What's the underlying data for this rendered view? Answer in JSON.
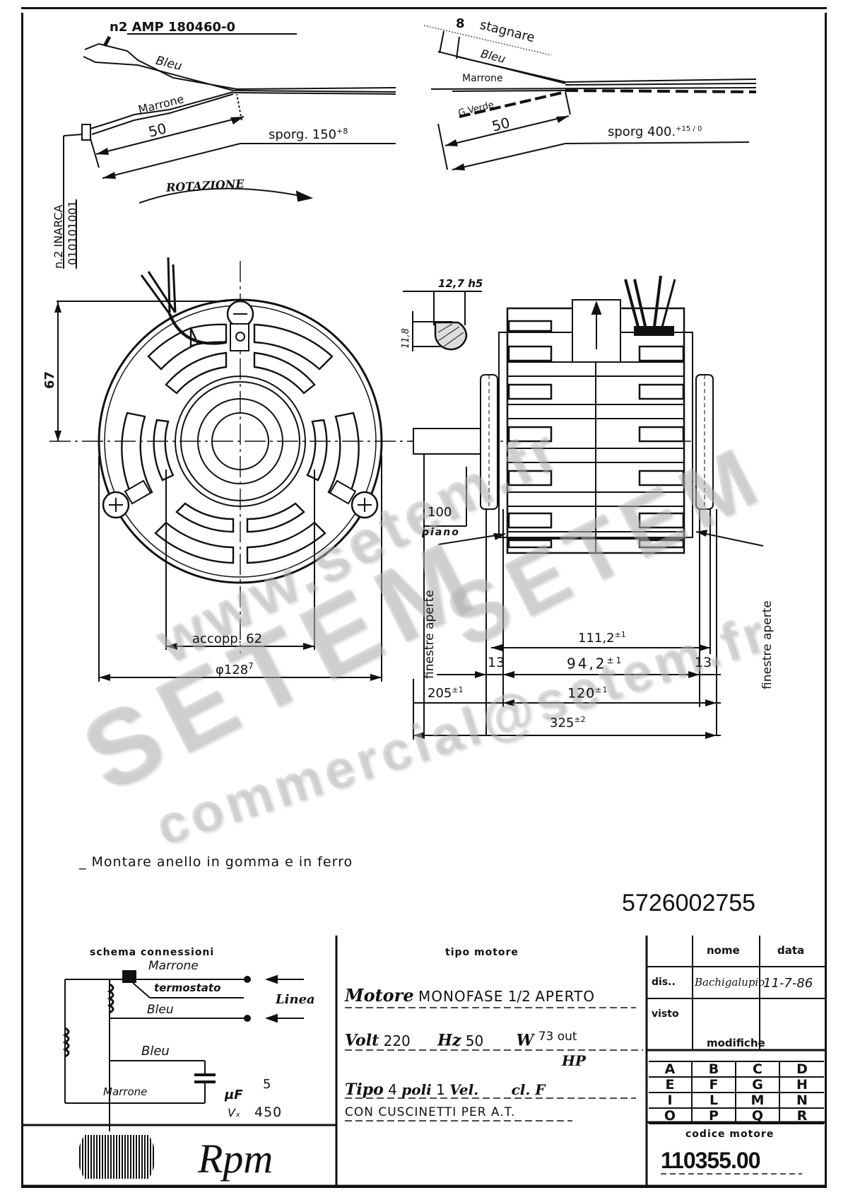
{
  "drawing": {
    "part_number": "5726002755",
    "note": "_ Montare  anello   in gomma  e in  ferro",
    "rotation_label": "ROTAZIONE",
    "connector_left": {
      "qty_type": "n2   AMP  180460-0",
      "wire_1": "Bleu",
      "wire_2": "Marrone",
      "strip_length": "50",
      "protrusion": "sporg. 150",
      "protrusion_tol": "+8",
      "crimp_qty": "n.2 INARCA",
      "crimp_code": "010101001"
    },
    "connector_right": {
      "strip": "8",
      "strip_label": "stagnare",
      "wire_1": "Bleu",
      "wire_2": "Marrone",
      "wire_3": "G.Verde",
      "strip_length": "50",
      "protrusion": "sporg  400.",
      "protrusion_tol": "+15 / 0"
    },
    "front_view": {
      "height_dim": "67",
      "mount_dim": "accopp. 62",
      "diameter": "φ128",
      "diameter_tol": "7"
    },
    "shaft_section": {
      "diameter": "12,7 h5",
      "flat": "11,8"
    },
    "side_view": {
      "shaft_label": "100",
      "shaft_sub": "piano",
      "window_left": "finestre aperte",
      "window_right": "finestre aperte",
      "dim_111": "111,2",
      "dim_111_tol": "±1",
      "dim_13_left": "13",
      "dim_94": "94,2",
      "dim_94_tol": "±1",
      "dim_13_right": "13",
      "dim_205": "205",
      "dim_205_tol": "±1",
      "dim_120": "120",
      "dim_120_tol": "±1",
      "dim_325": "325",
      "dim_325_tol": "±2"
    }
  },
  "watermarks": {
    "url": "www.setem.fr",
    "brand": "SETEM",
    "brand2": "SETEM",
    "email": "commercial@setem.fr"
  },
  "schema": {
    "title": "schema    connessioni",
    "marrone_top": "Marrone",
    "termostato": "termostato",
    "bleu_top": "Bleu",
    "linea": "Linea",
    "bleu_bottom": "Bleu",
    "marrone_bottom": "Marrone",
    "cap_unit": "µF",
    "cap_value": "5",
    "cap_voltage_label": "Vₓ",
    "cap_voltage": "450"
  },
  "motor": {
    "header": "tipo   motore",
    "line1_label": "Motore",
    "line1_value": "MONOFASE",
    "line1_frac": "1/2",
    "line1_tail": "APERTO",
    "volt_label": "Volt",
    "volt": "220",
    "hz_label": "Hz",
    "hz": "50",
    "w_label": "W",
    "w": "73 out",
    "hp_label": "HP",
    "tipo_label": "Tipo",
    "poli_value": "4",
    "poli_label": "poli",
    "vel_value": "1",
    "vel_label": "Vel.",
    "class_label": "cl. F",
    "bearings": "CON  CUSCINETTI  PER  A.T."
  },
  "approval": {
    "col_name": "nome",
    "col_date": "data",
    "row_drawn": "dis..",
    "drawn_by": "Bachigalupio",
    "drawn_date": "11-7-86",
    "row_checked": "visto",
    "modifications": "modifiche",
    "mod_letters": [
      "A",
      "B",
      "C",
      "D",
      "E",
      "F",
      "G",
      "H",
      "I",
      "L",
      "M",
      "N",
      "O",
      "P",
      "Q",
      "R"
    ]
  },
  "footer": {
    "brand": "Rpm",
    "code_label": "codice  motore",
    "code": "110355.00"
  }
}
